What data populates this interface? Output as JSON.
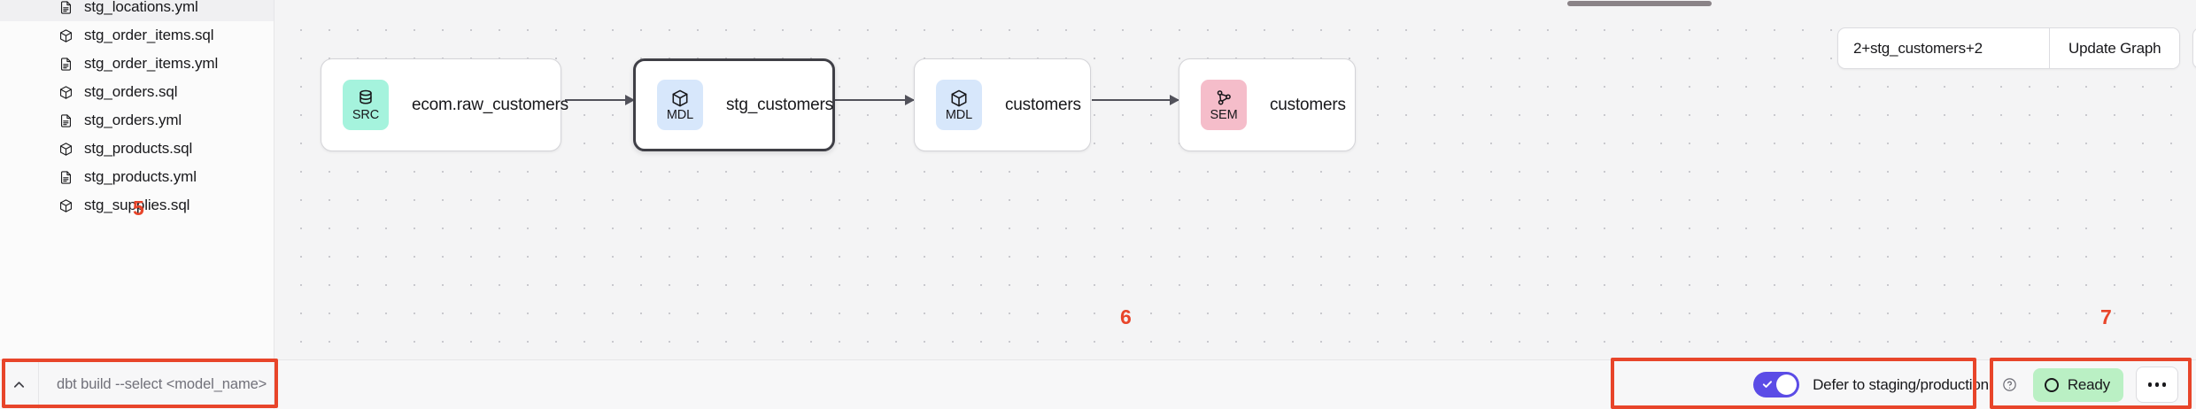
{
  "sidebar": {
    "files": [
      {
        "name": "stg_locations.yml",
        "icon": "file-yml-icon"
      },
      {
        "name": "stg_order_items.sql",
        "icon": "cube-sql-icon"
      },
      {
        "name": "stg_order_items.yml",
        "icon": "file-yml-icon"
      },
      {
        "name": "stg_orders.sql",
        "icon": "cube-sql-icon"
      },
      {
        "name": "stg_orders.yml",
        "icon": "file-yml-icon"
      },
      {
        "name": "stg_products.sql",
        "icon": "cube-sql-icon"
      },
      {
        "name": "stg_products.yml",
        "icon": "file-yml-icon"
      },
      {
        "name": "stg_supplies.sql",
        "icon": "cube-sql-icon"
      }
    ],
    "command_bar": {
      "collapse_icon": "chevron-up-icon",
      "placeholder": "dbt build --select <model_name>"
    }
  },
  "graph": {
    "toolbar": {
      "query_value": "2+stg_customers+2",
      "query_placeholder": "2+stg_customers+2",
      "update_label": "Update Graph",
      "fit_view_icon": "fullscreen-icon",
      "refresh_icon": "refresh-icon"
    },
    "nodes": [
      {
        "badge": "SRC",
        "label": "ecom.raw_customers",
        "icon": "database-icon",
        "badge_color": "#a5f3dd",
        "selected": false
      },
      {
        "badge": "MDL",
        "label": "stg_customers",
        "icon": "cube-icon",
        "badge_color": "#d7e7fb",
        "selected": true
      },
      {
        "badge": "MDL",
        "label": "customers",
        "icon": "cube-icon",
        "badge_color": "#d7e7fb",
        "selected": false
      },
      {
        "badge": "SEM",
        "label": "customers",
        "icon": "network-icon",
        "badge_color": "#f5bdca",
        "selected": false
      }
    ]
  },
  "status_bar": {
    "defer_label": "Defer to staging/production",
    "defer_enabled": true,
    "help_icon": "help-circle-icon",
    "ready_label": "Ready",
    "ready_color": "#baf0c4",
    "more_icon": "more-horizontal-icon"
  },
  "annotations": {
    "accent_color": "#e8452a",
    "markers": [
      {
        "id": "5",
        "target": "command-bar"
      },
      {
        "id": "6",
        "target": "defer-toggle-group"
      },
      {
        "id": "7",
        "target": "ready-status-group"
      }
    ]
  }
}
